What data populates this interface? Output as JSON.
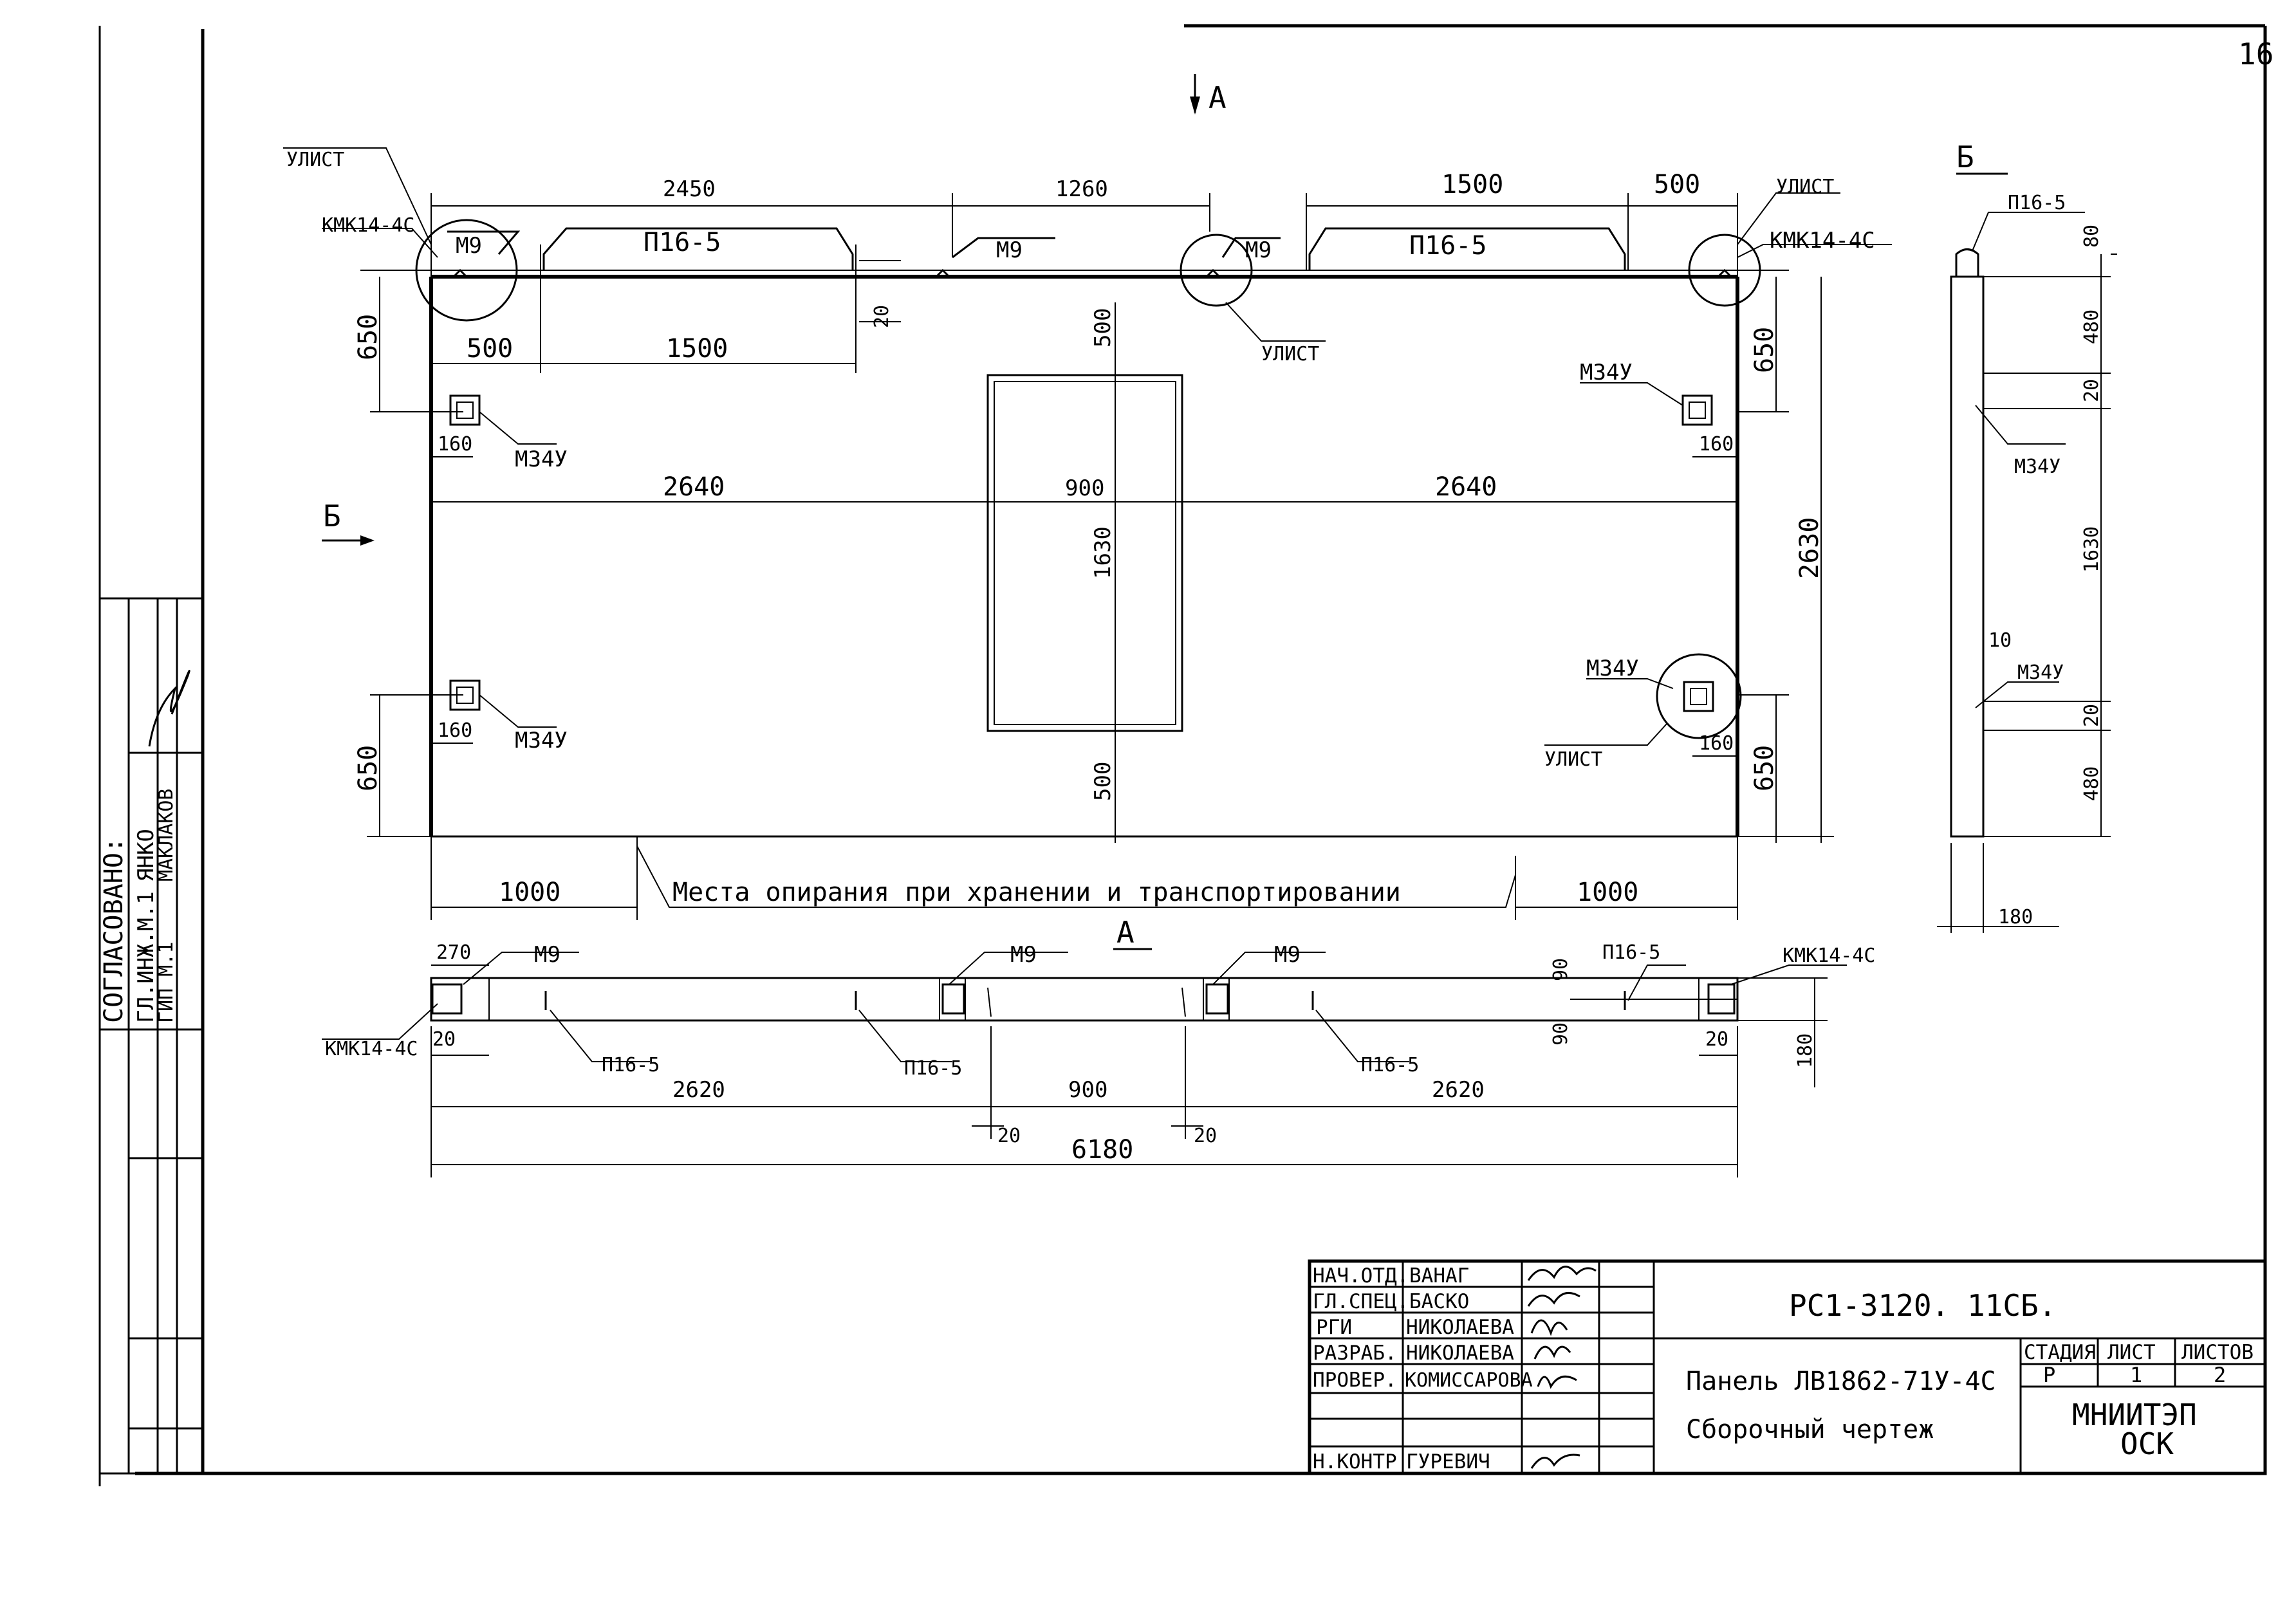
{
  "sheet": {
    "number": "16",
    "view_a_label": "А",
    "view_b_label": "Б",
    "section_a_label": "А"
  },
  "plan": {
    "dims_top": [
      "2450",
      "1260",
      "1500",
      "500"
    ],
    "dims_inner_top": [
      "500",
      "1500",
      "20"
    ],
    "dims_left": [
      "650",
      "650"
    ],
    "dims_right": [
      "650",
      "650",
      "2630"
    ],
    "dims_mid": [
      "2640",
      "900",
      "2640"
    ],
    "dims_vertical_mid": [
      "500",
      "1630",
      "500"
    ],
    "dims_anchor": [
      "160",
      "160",
      "160",
      "160"
    ],
    "dims_bottom": [
      "1000",
      "1000"
    ],
    "support_note": "Места опирания при хранении и транспортировании",
    "labels": {
      "ulist": "УЛИСТ",
      "kmk_left": "КМК14-4С",
      "kmk_right": "КМК14-4С",
      "m9": "М9",
      "p16": "П16-5",
      "m34": "М34У"
    }
  },
  "side_view": {
    "p16": "П16-5",
    "dims": [
      "80",
      "480",
      "20",
      "1630",
      "10",
      "20",
      "480",
      "180"
    ],
    "m34": "М34У"
  },
  "section": {
    "dims_top": [
      "270"
    ],
    "dims_bottom": [
      "2620",
      "900",
      "2620",
      "20",
      "20",
      "6180",
      "20",
      "20"
    ],
    "dims_right": [
      "90",
      "90",
      "180"
    ],
    "labels": {
      "m9": "М9",
      "p16": "П16-5",
      "kmk_left": "КМК14-4С",
      "kmk_right": "КМК14-4С"
    }
  },
  "approval": {
    "heading": "СОГЛАСОВАНО:",
    "row1_role": "ГЛ.ИНЖ.М.1",
    "row1_name": "ЯНКО",
    "row2_role": "ГИП М.1",
    "row2_name": "МАКЛАКОВ"
  },
  "title_block": {
    "rows": [
      {
        "role": "НАЧ.ОТД.",
        "name": "ВАНАГ"
      },
      {
        "role": "ГЛ.СПЕЦ.",
        "name": "БАСКО"
      },
      {
        "role": "РГИ",
        "name": "НИКОЛАЕВА"
      },
      {
        "role": "РАЗРАБ.",
        "name": "НИКОЛАЕВА"
      },
      {
        "role": "ПРОВЕР.",
        "name": "КОМИССАРОВА"
      },
      {
        "role": "",
        "name": ""
      },
      {
        "role": "",
        "name": ""
      },
      {
        "role": "Н.КОНТР",
        "name": "ГУРЕВИЧ"
      }
    ],
    "code": "РС1-3120. 11СБ.",
    "title_line1": "Панель ЛВ1862-71У-4С",
    "title_line2": "Сборочный чертеж",
    "stage_header": "СТАДИЯ",
    "sheet_header": "ЛИСТ",
    "sheets_header": "ЛИСТОВ",
    "stage": "Р",
    "sheet": "1",
    "sheets": "2",
    "org_line1": "МНИИТЭП",
    "org_line2": "ОСК"
  }
}
